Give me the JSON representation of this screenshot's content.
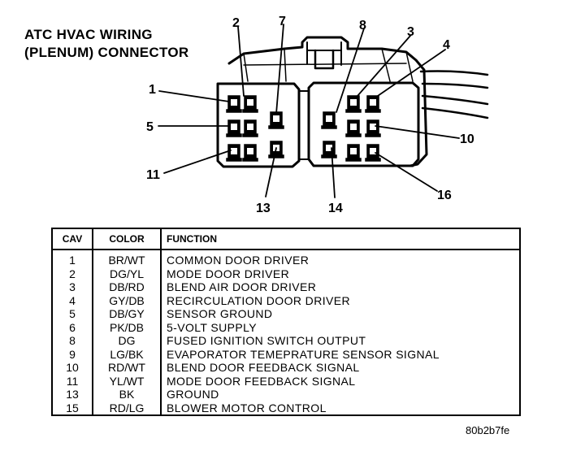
{
  "title": {
    "line1": "ATC HVAC WIRING",
    "line2": "(PLENUM) CONNECTOR"
  },
  "pin_callouts": [
    "1",
    "2",
    "3",
    "4",
    "5",
    "7",
    "8",
    "10",
    "11",
    "13",
    "14",
    "16"
  ],
  "table": {
    "headers": {
      "cav": "CAV",
      "color": "COLOR",
      "function": "FUNCTION"
    },
    "rows": [
      {
        "cav": "1",
        "color": "BR/WT",
        "function": "COMMON DOOR DRIVER"
      },
      {
        "cav": "2",
        "color": "DG/YL",
        "function": "MODE DOOR DRIVER"
      },
      {
        "cav": "3",
        "color": "DB/RD",
        "function": "BLEND AIR DOOR DRIVER"
      },
      {
        "cav": "4",
        "color": "GY/DB",
        "function": "RECIRCULATION DOOR DRIVER"
      },
      {
        "cav": "5",
        "color": "DB/GY",
        "function": "SENSOR GROUND"
      },
      {
        "cav": "6",
        "color": "PK/DB",
        "function": "5-VOLT SUPPLY"
      },
      {
        "cav": "8",
        "color": "DG",
        "function": "FUSED IGNITION SWITCH OUTPUT"
      },
      {
        "cav": "9",
        "color": "LG/BK",
        "function": "EVAPORATOR TEMEPRATURE SENSOR SIGNAL"
      },
      {
        "cav": "10",
        "color": "RD/WT",
        "function": "BLEND DOOR FEEDBACK SIGNAL"
      },
      {
        "cav": "11",
        "color": "YL/WT",
        "function": "MODE DOOR FEEDBACK SIGNAL"
      },
      {
        "cav": "13",
        "color": "BK",
        "function": "GROUND"
      },
      {
        "cav": "15",
        "color": "RD/LG",
        "function": "BLOWER MOTOR CONTROL"
      }
    ]
  },
  "reference_code": "80b2b7fe"
}
